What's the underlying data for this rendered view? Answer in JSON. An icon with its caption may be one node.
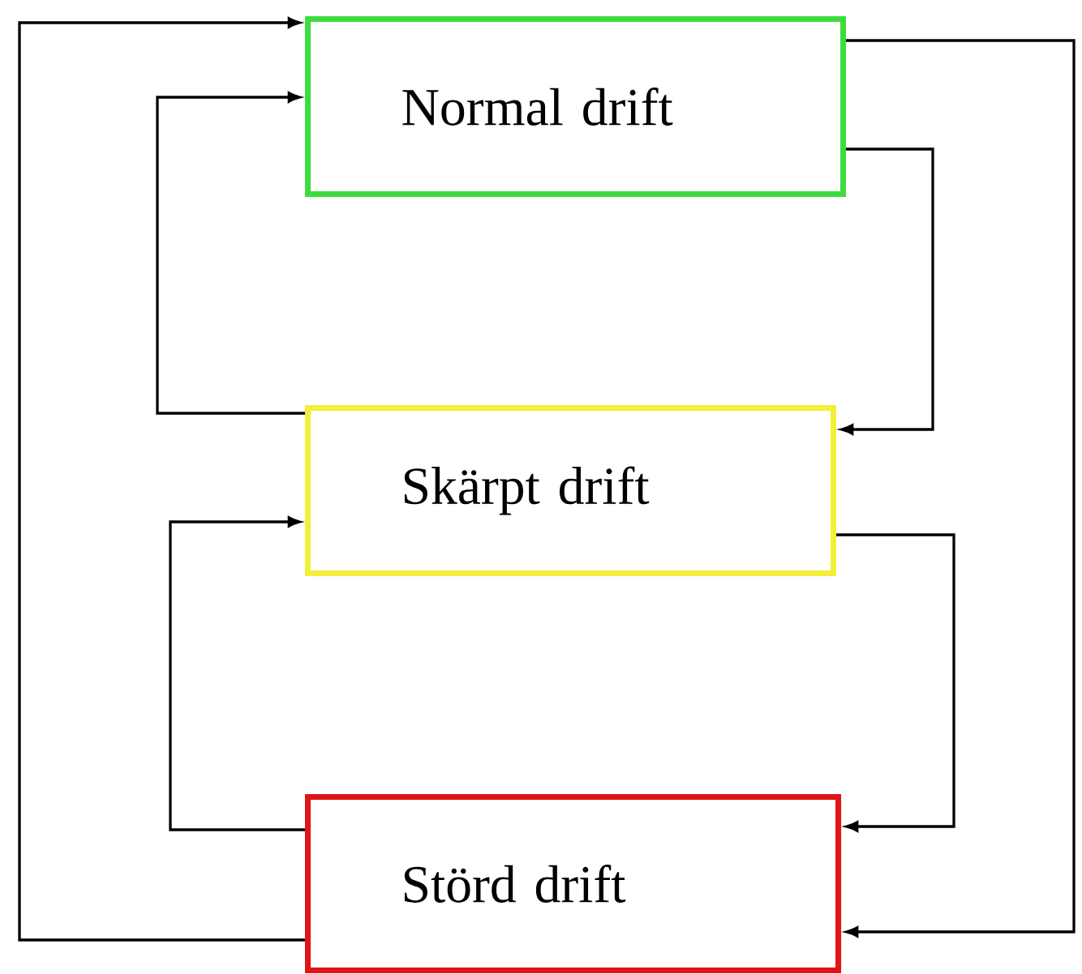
{
  "diagram": {
    "nodes": [
      {
        "text": [
          "Normal drift"
        ]
      },
      {
        "text": [
          "Skärpt drift"
        ]
      },
      {
        "text": [
          "Störd drift"
        ]
      }
    ],
    "edges": [
      {
        "from": 2,
        "to": 0,
        "arrow": "to"
      },
      {
        "from": 1,
        "to": 0,
        "arrow": "to"
      },
      {
        "from": 0,
        "to": 1,
        "arrow": "to"
      },
      {
        "from": 2,
        "to": 1,
        "arrow": "to"
      },
      {
        "from": 1,
        "to": 2,
        "arrow": "to"
      },
      {
        "from": 0,
        "to": 2,
        "arrow": "to"
      }
    ]
  }
}
